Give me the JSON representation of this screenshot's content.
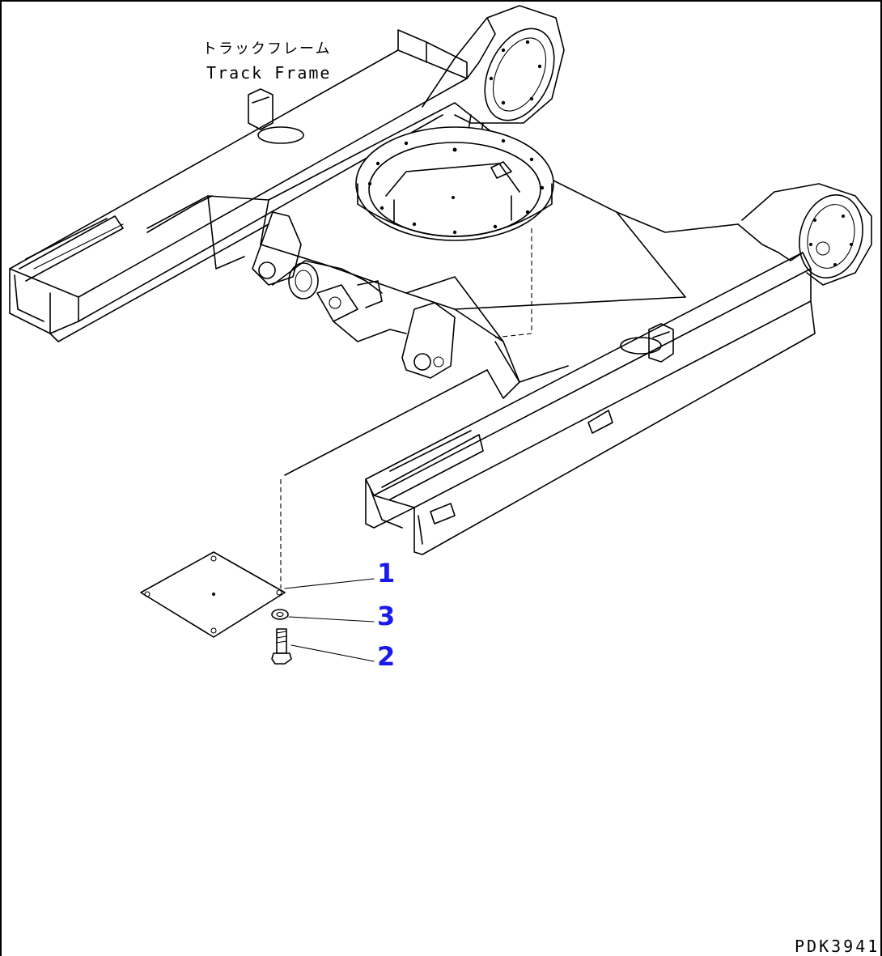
{
  "label": {
    "jp": "トラックフレーム",
    "en": "Track Frame"
  },
  "callouts": [
    "1",
    "3",
    "2"
  ],
  "drawing_code": "PDK3941",
  "colors": {
    "line": "#000000",
    "callout": "#1a1aee",
    "background": "#ffffff"
  }
}
